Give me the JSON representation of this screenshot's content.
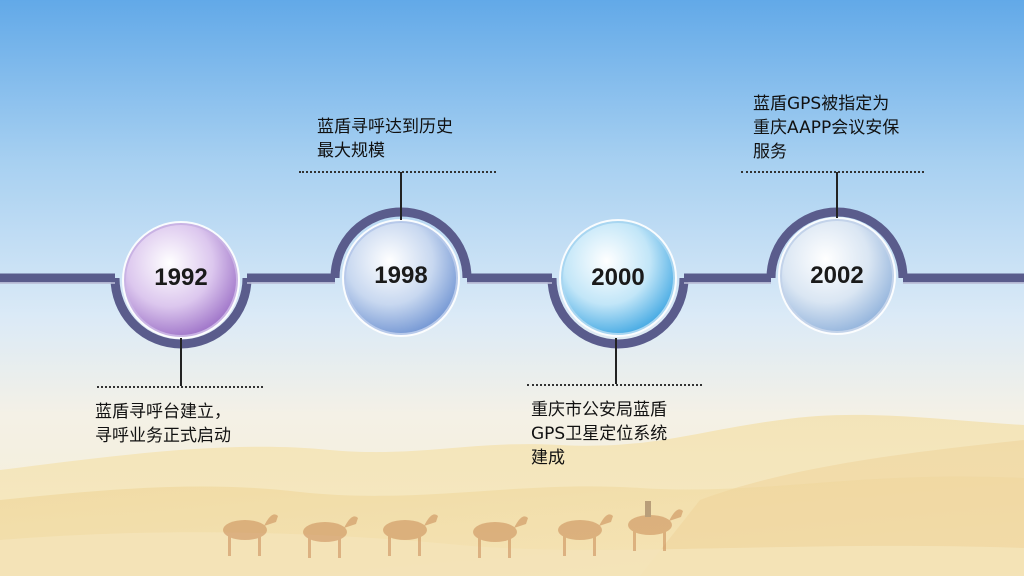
{
  "milestones": [
    {
      "year": "1992",
      "caption": "蓝盾寻呼台建立，\n寻呼业务正式启动",
      "color": "#b48ad6"
    },
    {
      "year": "1998",
      "caption": "蓝盾寻呼达到历史\n最大规模",
      "color": "#8fb0de"
    },
    {
      "year": "2000",
      "caption": "重庆市公安局蓝盾\nGPS卫星定位系统\n建成",
      "color": "#5fb4e8"
    },
    {
      "year": "2002",
      "caption": "蓝盾GPS被指定为\n重庆AAPP会议安保\n服务",
      "color": "#a8c4e3"
    }
  ],
  "colors": {
    "track": "#5a5c8c",
    "sky_top": "#62a9e8",
    "sand": "#f6ecd0"
  }
}
